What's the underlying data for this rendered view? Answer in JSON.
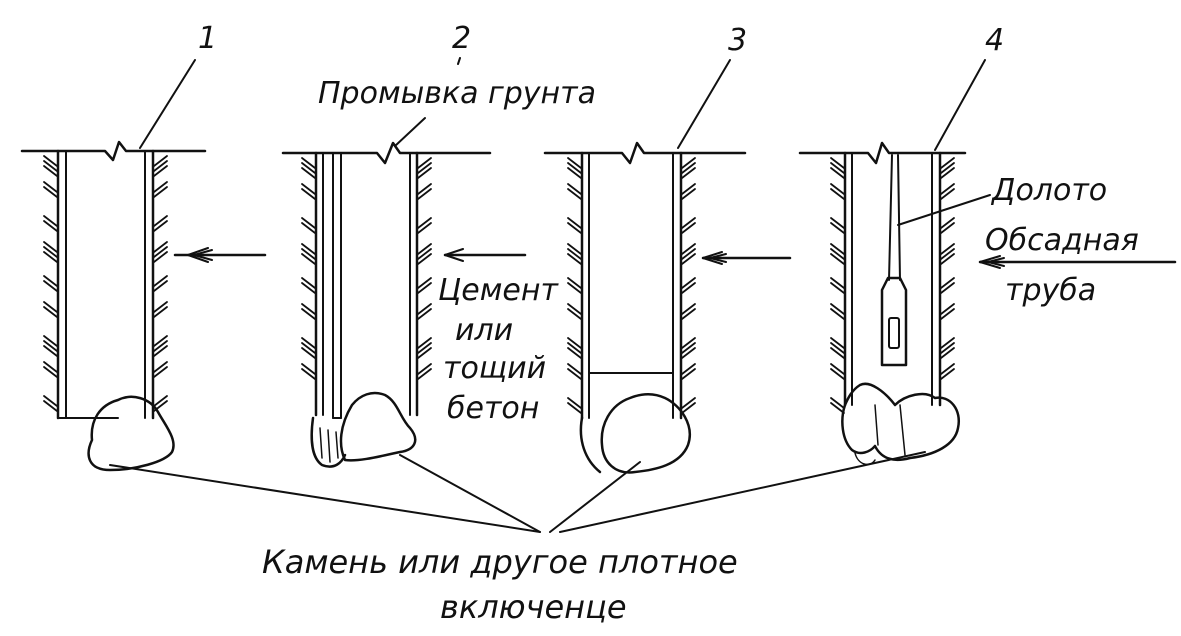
{
  "figure": {
    "step_numbers": [
      "1",
      "2",
      "3",
      "4"
    ],
    "labels": {
      "washing": "Промывка грунта",
      "cement_line1": "Цемент",
      "cement_line2": "или",
      "cement_line3": "тощий",
      "cement_line4": "бетон",
      "chisel": "Долото",
      "casing_line1": "Обсадная",
      "casing_line2": "труба",
      "stone_line1": "Камень или другое плотное",
      "stone_line2": "включенце"
    },
    "colors": {
      "ink": "#111111",
      "background": "#ffffff"
    }
  }
}
